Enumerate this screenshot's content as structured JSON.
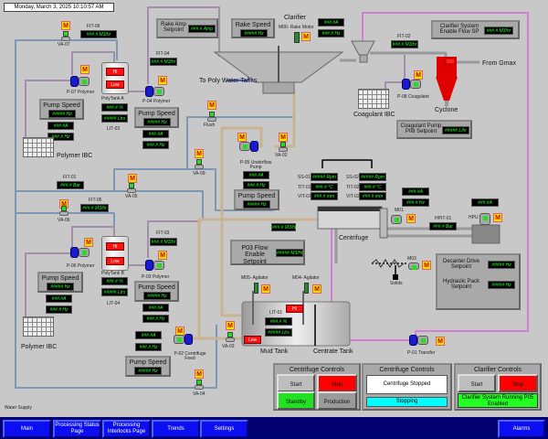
{
  "header": {
    "datetime": "Monday, March 3, 2025 10:10:57 AM"
  },
  "colors": {
    "background": "#c8c8c8",
    "readout_text": "#2cff2c",
    "alarm_red": "#ff1010",
    "manual_badge": "#ffe000",
    "pump_blue": "#1a1ad0",
    "nav_blue": "#0a0ef0",
    "water_pipe": "#7d98b4",
    "polymer_pipe": "#a28eaa",
    "sludge_pipe": "#c9b393",
    "centrate_pipe": "#d47ed4"
  },
  "manual_badge": "M",
  "polymer_a": {
    "fit06_label": "FIT-06",
    "fit06": "###.# M3/hr",
    "va07": "VA-07",
    "p07": "P-07 Polymer",
    "tank": "PolyTank A",
    "hi": "Hi",
    "low": "Low",
    "level": "###.# %",
    "volume": "##### Ltrs",
    "lit": "LIT-03",
    "p07_speed_title": "Pump Speed",
    "p07_speed": "##### Hz",
    "p07_amps": "###.#A",
    "p07_hz": "###.# Hz",
    "fit04_label": "FIT-04",
    "fit04": "###.# M3/hr",
    "p04": "P-04 Polymer",
    "p04_speed_title": "Pump Speed",
    "p04_speed": "##### Hz",
    "p04_amps": "###.#A",
    "p04_hz": "###.# Hz",
    "ibc": "Polymer IBC"
  },
  "clarifier": {
    "rake_amp_title": "Rake Amp Setpoint",
    "rake_amp": "###.# Amp",
    "rake_speed_title": "Rake Speed",
    "rake_speed": "##### Hz",
    "title": "Clarifier",
    "rake_motor": "M06- Rake Motor",
    "rake_amps": "###.#A",
    "rake_hz": "###.# Hz",
    "to_poly": "To Poly Water Tanks",
    "flush": "Flush",
    "fit02_label": "FIT-02",
    "fit02": "###.# M3/hr",
    "from_gmax": "From Gmax",
    "p08": "P-08 Coagulant",
    "coag_ibc": "Coagulant IBC",
    "cyclone": "Cyclone",
    "enable_flow_title": "Clarifier System Enable Flow SP",
    "enable_flow": "###.# M3/hr",
    "coag_sp_title": "Coagulant Pump P08 Setpoint",
    "coag_sp": "##### L/hr"
  },
  "valves": {
    "va09": "VA-09",
    "va05": "VA-05",
    "va06": "VA-06",
    "va02": "VA-02",
    "va03": "VA-03",
    "va04": "VA-04"
  },
  "underflow": {
    "p05": "P-05 Underflow Pump",
    "amps": "###.#A",
    "hz": "###.# Hz",
    "speed_title": "Pump Speed",
    "speed": "##### Hz"
  },
  "water": {
    "fit01_label": "FIT-01",
    "fit01": "###.# Bar",
    "fit05_label": "FIT-05",
    "fit05": "###.# M3/hr",
    "supply": "Water Supply"
  },
  "centrifuge": {
    "ss01_label": "SS-01",
    "ss01": "##### Rpm",
    "tit01_label": "TIT-01",
    "tit01": "###.# °C",
    "vit01_label": "VIT-01",
    "vit01": "###.# mm",
    "ss02_label": "SS-02",
    "ss02": "##### Rpm",
    "tit02_label": "TIT-02",
    "tit02": "###.# °C",
    "vit02_label": "VIT-02",
    "vit02": "###.# mm",
    "m01_amps": "###.#A",
    "m01_hz": "###.# Hz",
    "m01": "M01",
    "hpit_label": "HPIT-01",
    "hpit": "###.# Bar",
    "hpu_amps": "###.#A",
    "hpu": "HPU",
    "label": "Centrifuge",
    "m03": "M03",
    "solids": "Solids",
    "feed_flow": "###.# M3/hr",
    "decanter_title": "Decanter Drive Setpoint",
    "decanter": "##### Hz",
    "hydraulic_title": "Hydraulic Pack Setpoint",
    "hydraulic": "##### Hz"
  },
  "polymer_b": {
    "p06": "P-06 Polymer",
    "tank": "PolyTank B",
    "hi": "Hi",
    "low": "Low",
    "level": "###.# %",
    "volume": "##### Ltrs",
    "lit": "LIT-04",
    "fit03_label": "FIT-03",
    "fit03": "###.# M3/hr",
    "p03": "P-03 Polymer",
    "p06_speed_title": "Pump Speed",
    "p06_speed": "##### Hz",
    "p06_amps": "###.#A",
    "p06_hz": "###.# Hz",
    "p03_speed_title": "Pump Speed",
    "p03_speed": "##### Hz",
    "p03_amps": "###.#A",
    "p03_hz": "###.# Hz",
    "ibc": "Polymer IBC"
  },
  "feed": {
    "p02_amps": "###.#A",
    "p02_hz": "###.# Hz",
    "p02_speed_title": "Pump Speed",
    "p02_speed": "##### Hz",
    "p02": "P-02 Centrifuge Feed",
    "p03_flow_title": "P03 Flow Enable Setpoint",
    "p03_flow": "##### M3/Hr"
  },
  "mud_tank": {
    "m05": "M05- Agitator",
    "m04": "M04- Agitator",
    "lit": "LIT-01",
    "hi": "Hi",
    "low": "Low",
    "level": "###.# %",
    "volume": "##### Ltrs",
    "label": "Mud Tank",
    "centrate": "Centrate Tank",
    "p01": "P-01 Transfer"
  },
  "controls": {
    "centrifuge": {
      "title": "Centrifuge Controls",
      "start": "Start",
      "stop": "Stop",
      "standby": "Standby",
      "production": "Production"
    },
    "centrifuge_status": {
      "title": "Centrifuge Controls",
      "state": "Centrifuge Stopped",
      "mode": "Stopping"
    },
    "clarifier": {
      "title": "Clarifier Controls",
      "start": "Start",
      "stop": "Stop",
      "status": "Clarifier System Running P05 Enabled"
    }
  },
  "nav": {
    "main": "Main",
    "status": "Processing Status Page",
    "interlocks": "Processing Interlocks Page",
    "trends": "Trends",
    "settings": "Settings",
    "alarms": "Alarms"
  }
}
